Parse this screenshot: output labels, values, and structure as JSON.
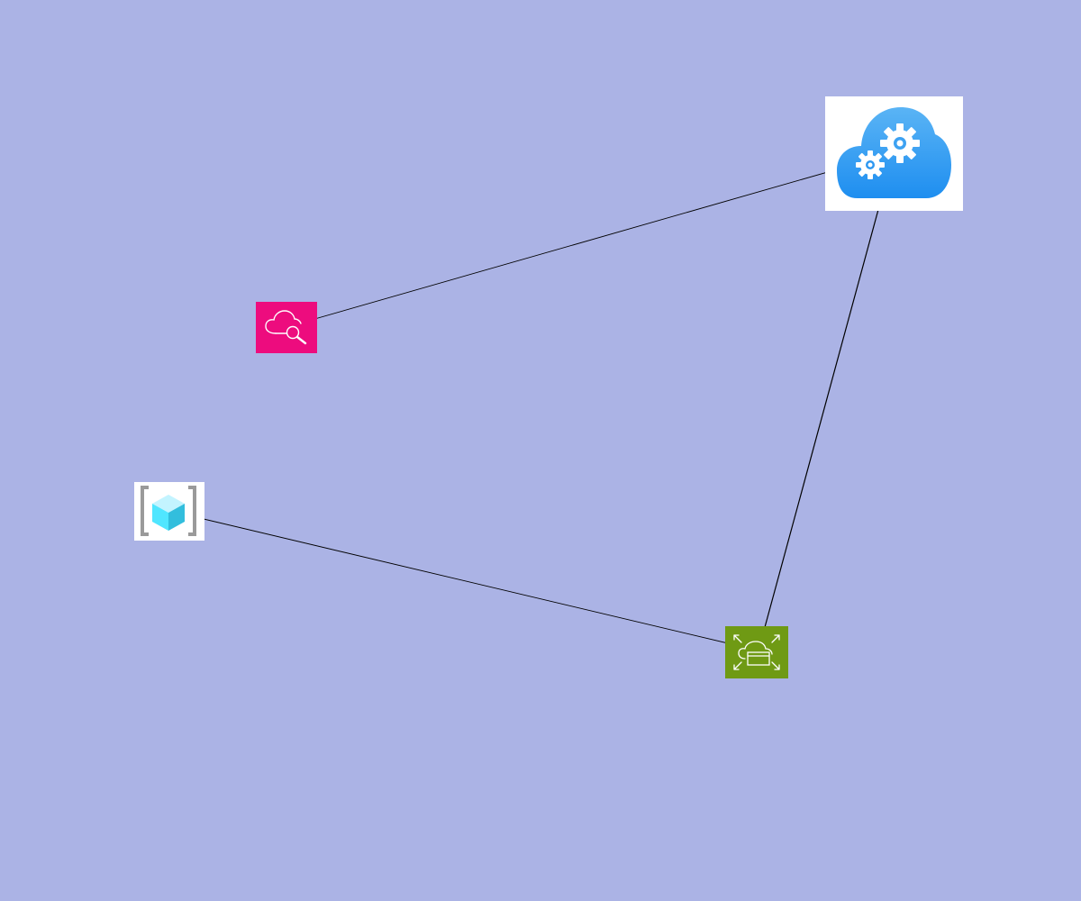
{
  "diagram": {
    "background": "#abb3e5",
    "edge_color": "#000000",
    "nodes": [
      {
        "id": "cloud-config",
        "icon": "cloud-gears-icon",
        "tile_color": "#ffffff",
        "accent_color": "#2196f3"
      },
      {
        "id": "cloud-search",
        "icon": "cloud-search-icon",
        "tile_color": "#ed0c7e",
        "accent_color": "#ffffff"
      },
      {
        "id": "container-resource",
        "icon": "cube-brackets-icon",
        "tile_color": "#ffffff",
        "accent_color": "#50e6ff"
      },
      {
        "id": "cloud-scaling",
        "icon": "cloud-autoscale-icon",
        "tile_color": "#6f9a14",
        "accent_color": "#ffffff"
      }
    ],
    "edges": [
      {
        "from": "cloud-search",
        "to": "cloud-config",
        "arrow": "end"
      },
      {
        "from": "cloud-scaling",
        "to": "cloud-config",
        "arrow": "both"
      },
      {
        "from": "cloud-scaling",
        "to": "container-resource",
        "arrow": "end"
      }
    ]
  }
}
